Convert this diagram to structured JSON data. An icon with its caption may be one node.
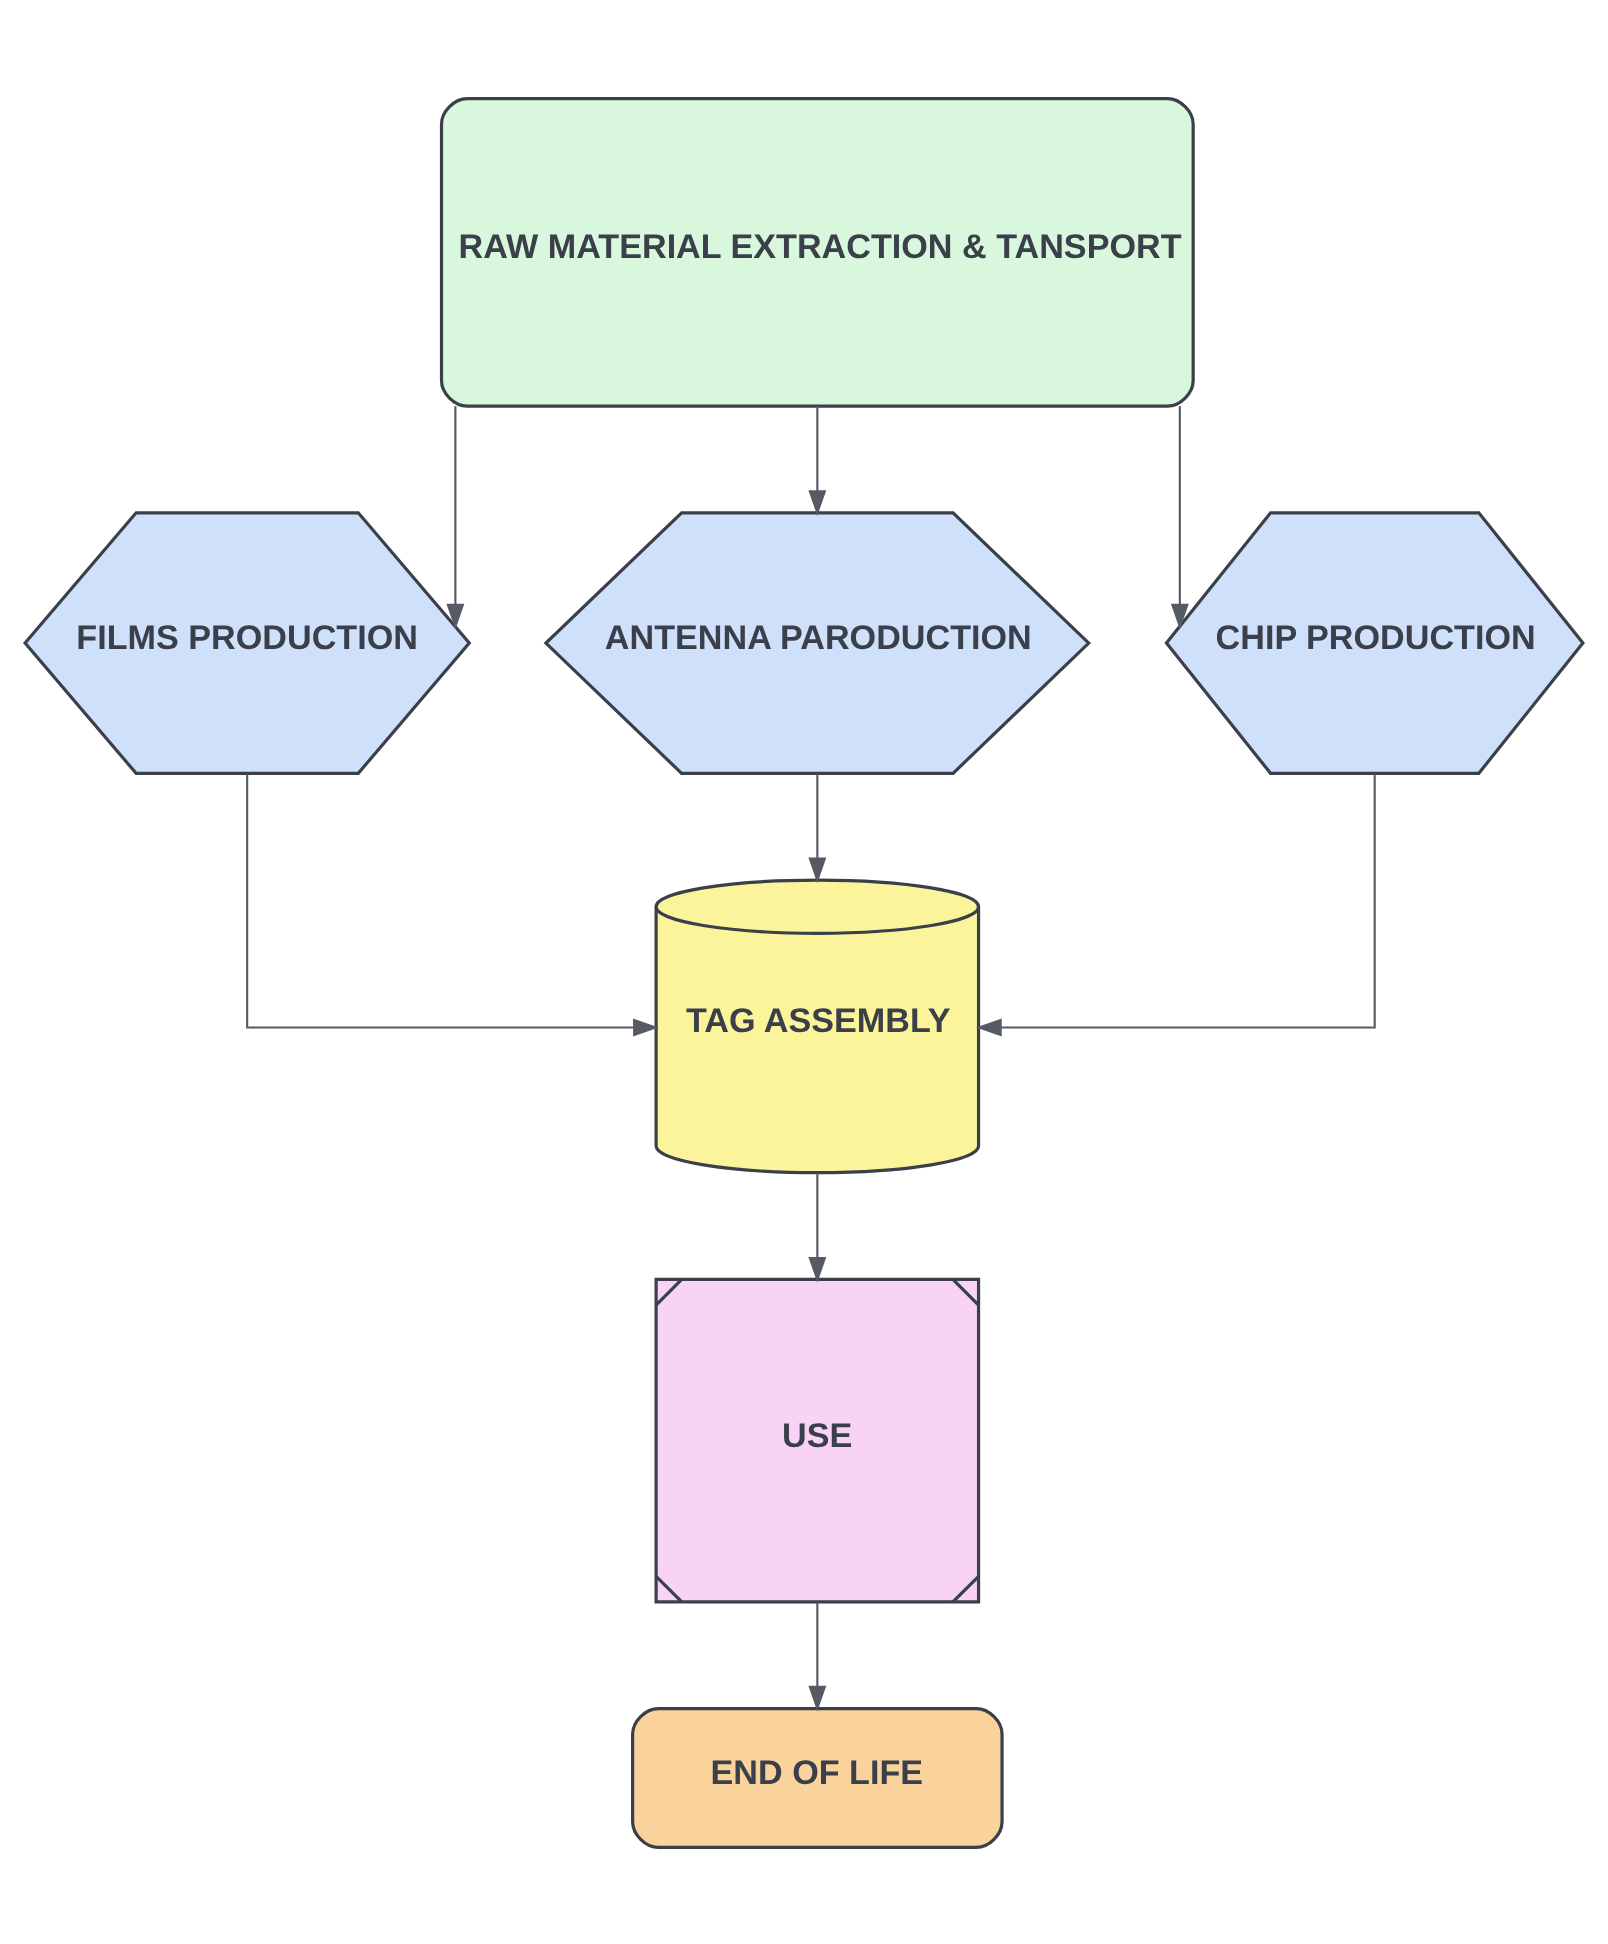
{
  "diagram": {
    "nodes": [
      {
        "text": [
          "RAW MATERIAL EXTRACTION & TANSPORT"
        ]
      },
      {
        "text": [
          "FILMS PRODUCTION"
        ]
      },
      {
        "text": [
          "ANTENNA PARODUCTION"
        ]
      },
      {
        "text": [
          "CHIP PRODUCTION"
        ]
      },
      {
        "text": [
          "TAG ASSEMBLY"
        ]
      },
      {
        "text": [
          "USE"
        ]
      },
      {
        "text": [
          "END OF LIFE"
        ]
      }
    ],
    "edges": [
      {
        "from": 0,
        "to": 1,
        "arrow": "to"
      },
      {
        "from": 0,
        "to": 2,
        "arrow": "to"
      },
      {
        "from": 0,
        "to": 3,
        "arrow": "to"
      },
      {
        "from": 1,
        "to": 4,
        "arrow": "to"
      },
      {
        "from": 2,
        "to": 4,
        "arrow": "to"
      },
      {
        "from": 3,
        "to": 4,
        "arrow": "to"
      },
      {
        "from": 4,
        "to": 5,
        "arrow": "to"
      },
      {
        "from": 5,
        "to": 6,
        "arrow": "to"
      }
    ]
  }
}
